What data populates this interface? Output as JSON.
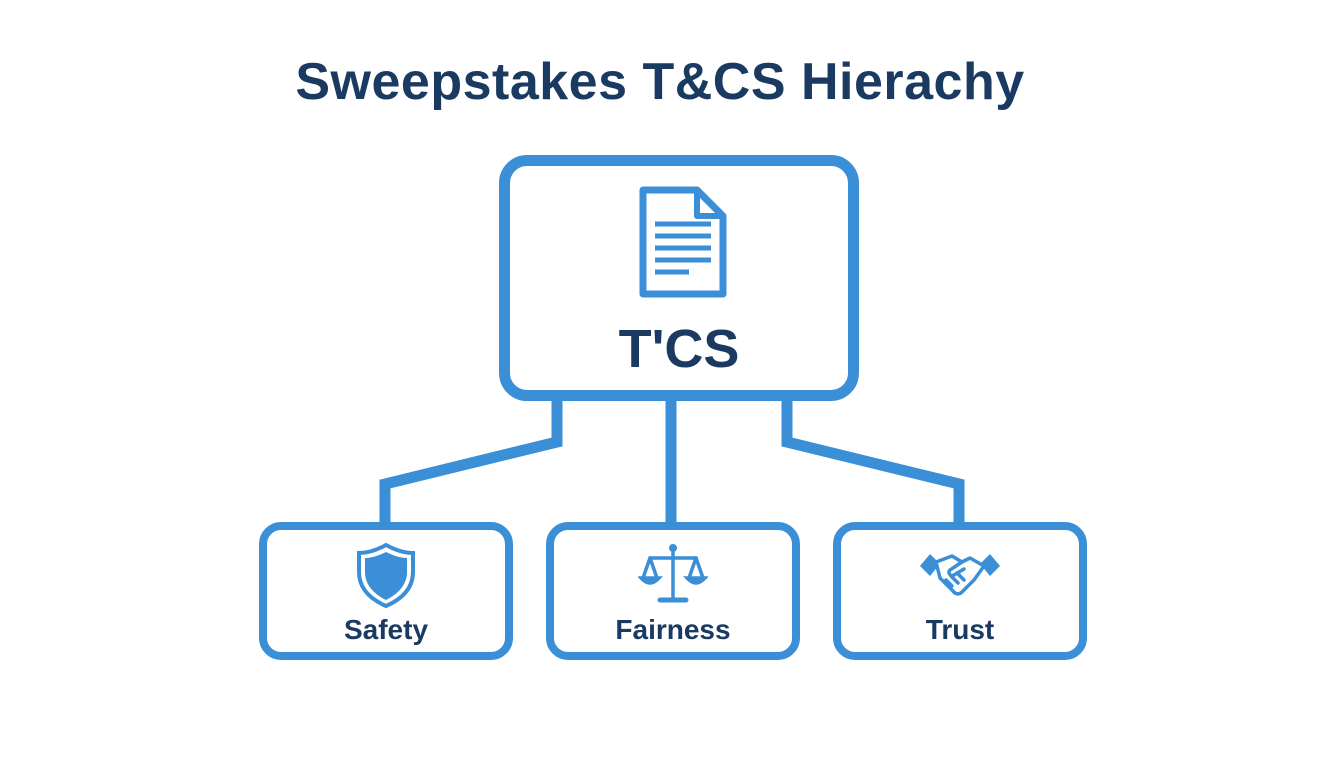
{
  "diagram": {
    "title": "Sweepstakes T&CS Hierachy",
    "root": {
      "label": "T'CS",
      "icon": "document-icon"
    },
    "children": [
      {
        "label": "Safety",
        "icon": "shield-icon"
      },
      {
        "label": "Fairness",
        "icon": "scales-icon"
      },
      {
        "label": "Trust",
        "icon": "handshake-icon"
      }
    ]
  },
  "colors": {
    "accent": "#3a8fd6",
    "text": "#1b3a61",
    "background": "#ffffff"
  }
}
